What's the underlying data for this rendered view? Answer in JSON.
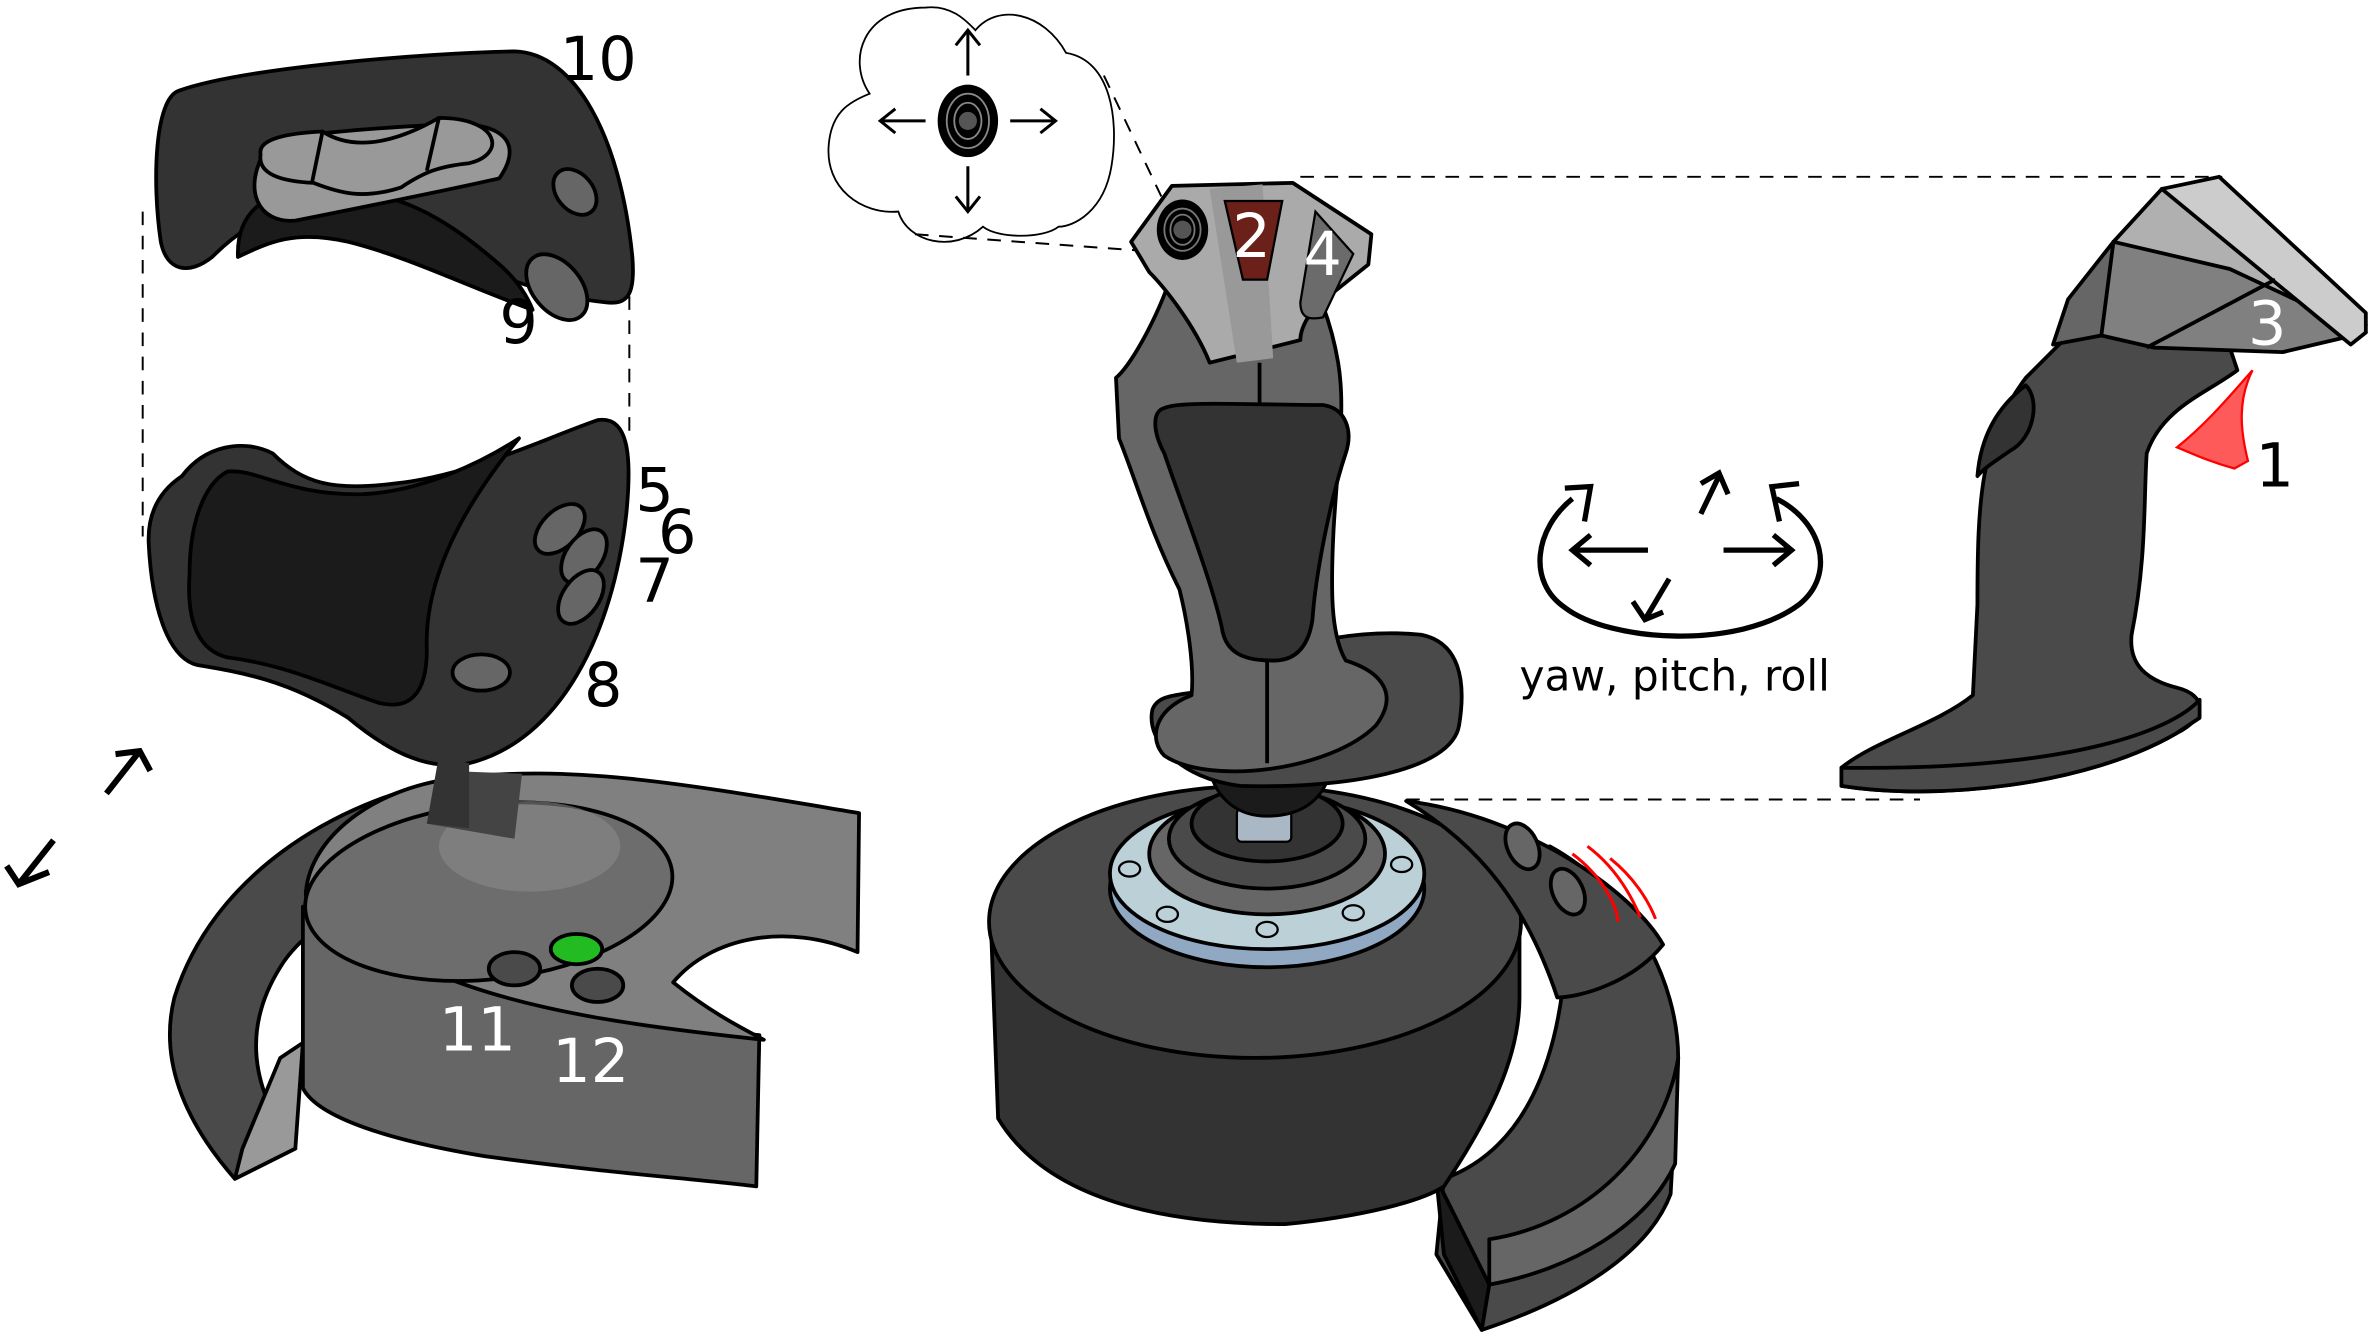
{
  "diagram": {
    "subject": "Joystick components",
    "left_view": {
      "labels": [
        "10",
        "9",
        "5",
        "6",
        "7",
        "8",
        "11",
        "12"
      ],
      "arrows": [
        "forward-arrow",
        "back-arrow"
      ]
    },
    "center_view": {
      "labels": [
        "2",
        "4"
      ],
      "hat_switch_callout": {
        "directions": [
          "up",
          "down",
          "left",
          "right"
        ]
      }
    },
    "right_view": {
      "labels": [
        "3",
        "1"
      ]
    },
    "axes_caption": "yaw, pitch, roll"
  },
  "colors": {
    "dark_body": "#333333",
    "darker_body": "#1b1b1b",
    "mid_grey": "#666666",
    "light_grey": "#999999",
    "plate_grey": "#aaaaaa",
    "base_grey": "#808080",
    "button_green": "#22bb22",
    "button_red_brown": "#6b2119",
    "trigger_red": "#ff5a5a",
    "ring_blue": "#bcd0d8"
  }
}
